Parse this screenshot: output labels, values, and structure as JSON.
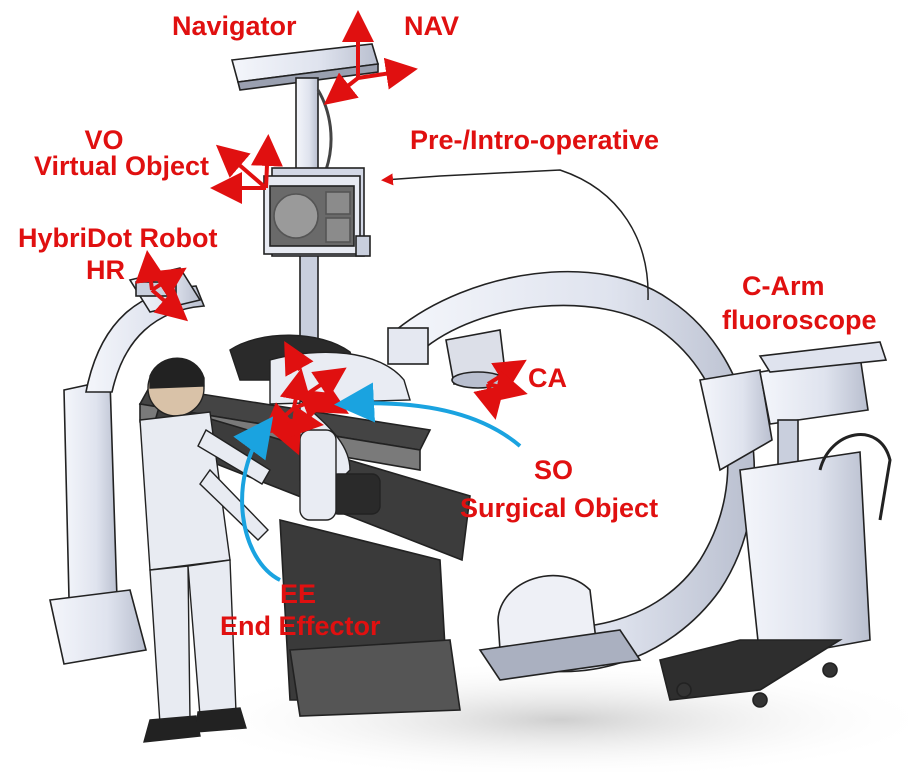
{
  "labels": {
    "navigator": "Navigator",
    "nav": "NAV",
    "vo": "VO",
    "virtual_object": "Virtual Object",
    "pre_intro_operative": "Pre-/Intro-operative",
    "hybridot_robot": "HybriDot Robot",
    "hr": "HR",
    "c_arm_line1": "C-Arm",
    "c_arm_line2": "fluoroscope",
    "ca": "CA",
    "so": "SO",
    "surgical_object": "Surgical Object",
    "ee": "EE",
    "end_effector": "End Effector"
  },
  "colors": {
    "label": "#e01010",
    "frame_arrow": "#e01010",
    "pointer_arrow": "#1aa3e0",
    "equipment_fill": "#eef0f8",
    "equipment_stroke": "#222222",
    "shadow": "#dcdcdc"
  }
}
